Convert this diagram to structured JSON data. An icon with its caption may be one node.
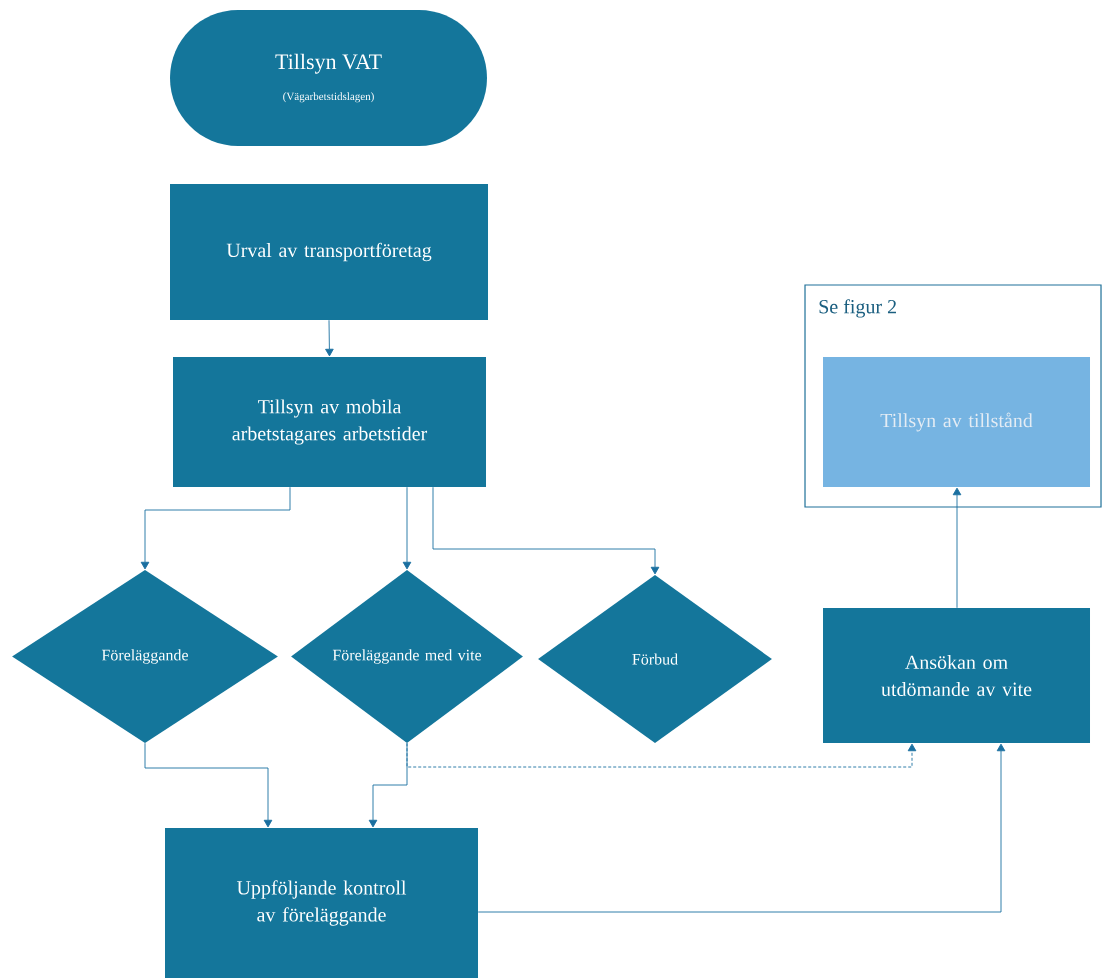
{
  "diagram": {
    "nodes": [
      {
        "text": [
          "Tillsyn VAT",
          "(Vägarbetstidslagen)"
        ]
      },
      {
        "text": [
          "Urval av transportföretag"
        ]
      },
      {
        "text": [
          "Tillsyn av mobila arbetstagares arbetstider"
        ]
      },
      {
        "text": [
          "Föreläggande"
        ]
      },
      {
        "text": [
          "Föreläggande med vite"
        ]
      },
      {
        "text": [
          "Förbud"
        ]
      },
      {
        "text": [
          "Se figur 2"
        ]
      },
      {
        "text": [
          "Tillsyn av tillstånd"
        ],
        "in": 6
      },
      {
        "text": [
          "Ansökan om utdömande av vite"
        ]
      },
      {
        "text": [
          "Uppföljande kontroll av föreläggande"
        ]
      }
    ],
    "edges": [
      {
        "from": 1,
        "to": 2,
        "arrow": "to"
      },
      {
        "from": 2,
        "to": 3,
        "arrow": "to"
      },
      {
        "from": 2,
        "to": 4,
        "arrow": "to"
      },
      {
        "from": 2,
        "to": 5,
        "arrow": "to"
      },
      {
        "from": 3,
        "to": 9,
        "arrow": "to"
      },
      {
        "from": 4,
        "to": 9,
        "arrow": "to"
      },
      {
        "from": 4,
        "to": 8,
        "arrow": "to",
        "style": "dashed"
      },
      {
        "from": 9,
        "to": 8,
        "arrow": "to"
      },
      {
        "from": 8,
        "to": 7,
        "arrow": "to"
      }
    ]
  }
}
